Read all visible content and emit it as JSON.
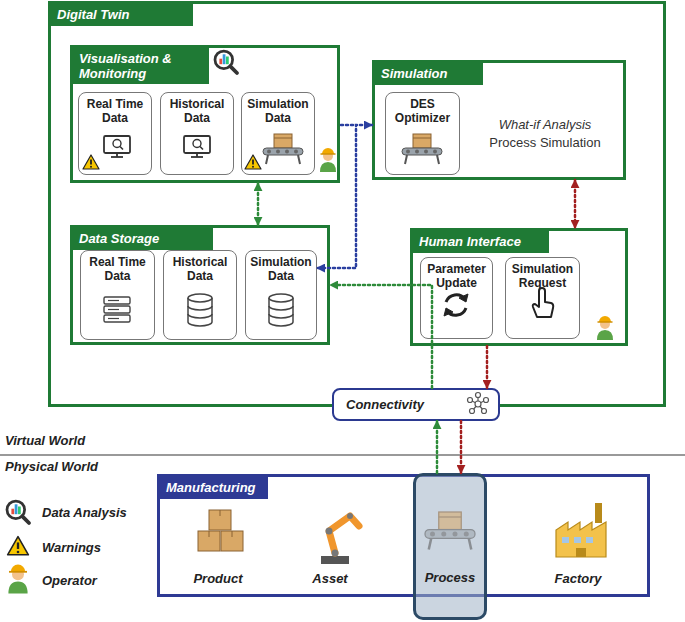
{
  "diagram": {
    "nodes": [
      {
        "text": [
          "Digital Twin"
        ]
      },
      {
        "text": [
          "Visualisation & Monitoring"
        ],
        "in": 0
      },
      {
        "text": [
          "Real Time Data"
        ],
        "in": 1
      },
      {
        "text": [
          "Historical Data"
        ],
        "in": 1
      },
      {
        "text": [
          "Simulation Data"
        ],
        "in": 1
      },
      {
        "text": [
          "Simulation",
          "What-if Analysis",
          "Process Simulation"
        ],
        "in": 0
      },
      {
        "text": [
          "DES Optimizer"
        ],
        "in": 5
      },
      {
        "text": [
          "Data Storage"
        ],
        "in": 0
      },
      {
        "text": [
          "Real Time Data"
        ],
        "in": 7
      },
      {
        "text": [
          "Historical Data"
        ],
        "in": 7
      },
      {
        "text": [
          "Simulation Data"
        ],
        "in": 7
      },
      {
        "text": [
          "Human Interface"
        ],
        "in": 0
      },
      {
        "text": [
          "Parameter Update"
        ],
        "in": 11
      },
      {
        "text": [
          "Simulation Request"
        ],
        "in": 11
      },
      {
        "text": [
          "Connectivity"
        ]
      },
      {
        "text": [
          "Manufacturing"
        ]
      },
      {
        "text": [
          "Process"
        ],
        "in": 15
      }
    ],
    "edges": [
      {
        "from": 1,
        "to": 7,
        "arrow": "both"
      },
      {
        "from": 5,
        "to": 10,
        "arrow": "both"
      },
      {
        "from": 5,
        "to": 11,
        "arrow": "both"
      },
      {
        "from": 14,
        "to": 7,
        "arrow": "to"
      },
      {
        "from": 11,
        "to": 14,
        "arrow": "to"
      },
      {
        "from": 16,
        "to": 14,
        "arrow": "to"
      },
      {
        "from": 14,
        "to": 16,
        "arrow": "to"
      }
    ],
    "labels": [
      "Virtual World",
      "Physical World",
      "Product",
      "Asset",
      "Factory"
    ],
    "legend": [
      {
        "text": "Data Analysis"
      },
      {
        "text": "Warnings"
      },
      {
        "text": "Operator"
      }
    ]
  }
}
